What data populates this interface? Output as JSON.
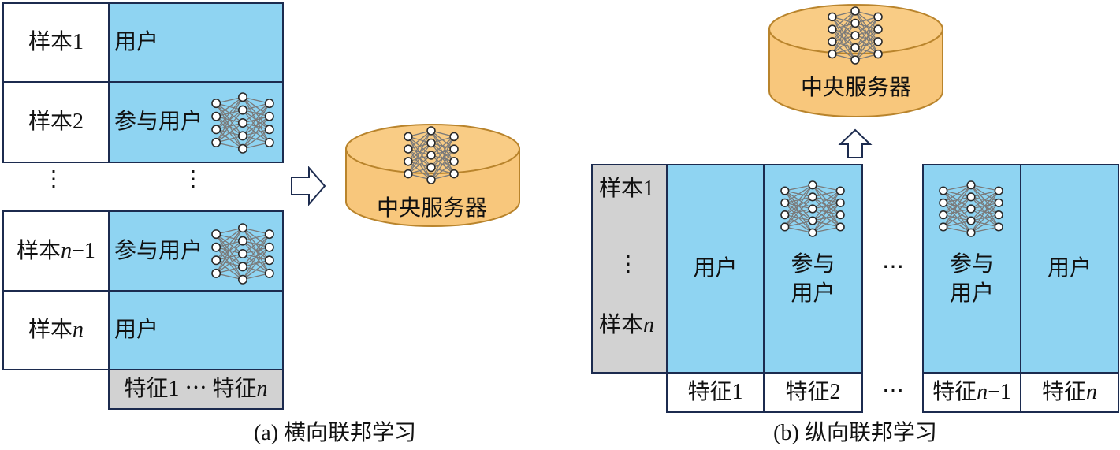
{
  "panel_a": {
    "rows": [
      {
        "sample": "样本1",
        "user": "用户"
      },
      {
        "sample": "样本2",
        "user": "参与用户"
      },
      {
        "sample": "样本n−1",
        "user": "参与用户"
      },
      {
        "sample": "样本n",
        "user": "用户"
      }
    ],
    "ellipsis_vertical": "⋮",
    "features": "特征1 ⋯ 特征n",
    "server_label": "中央服务器",
    "caption": "(a) 横向联邦学习"
  },
  "panel_b": {
    "server_label": "中央服务器",
    "samples": [
      "样本1",
      "⋮",
      "样本n"
    ],
    "columns": [
      {
        "lines": [
          "用户"
        ]
      },
      {
        "lines": [
          "参与",
          "用户"
        ]
      },
      {
        "lines": [
          "参与",
          "用户"
        ]
      },
      {
        "lines": [
          "用户"
        ]
      }
    ],
    "gap_ellipsis": "⋯",
    "features": [
      "特征1",
      "特征2",
      "特征n−1",
      "特征n"
    ],
    "caption": "(b) 纵向联邦学习"
  },
  "icons": {
    "neural_network": "neural-network-icon",
    "arrow_right": "hollow-arrow-right-icon",
    "arrow_up": "hollow-arrow-up-icon",
    "server": "cylinder-server-icon"
  },
  "colors": {
    "user_fill": "#8fd4f2",
    "border": "#1c2b4f",
    "feature_bar": "#d2d2d2",
    "server_fill": "#f8c77c",
    "server_edge": "#b9842c"
  }
}
